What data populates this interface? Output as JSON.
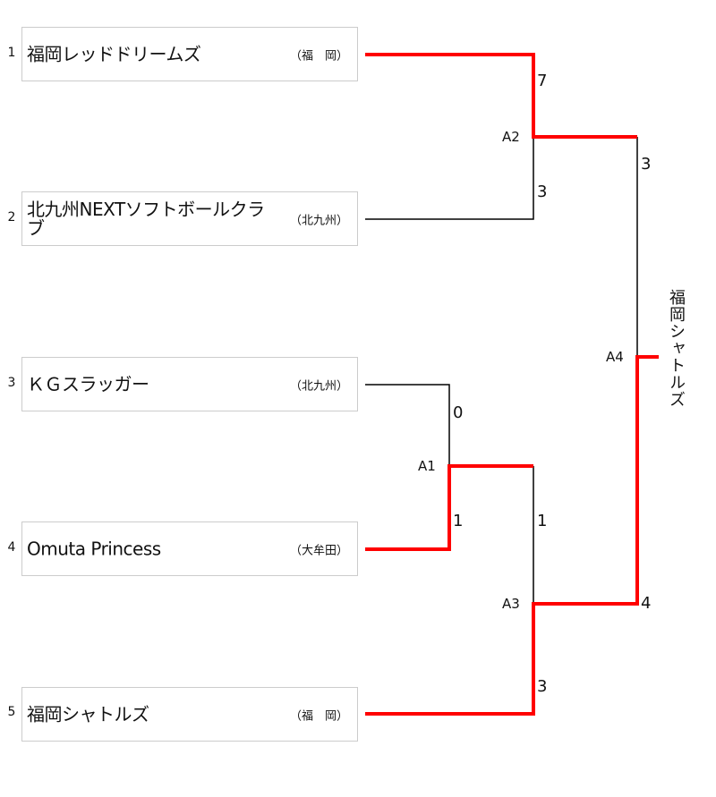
{
  "teams": [
    {
      "seed": "1",
      "name": "福岡レッドドリームズ",
      "region": "（福　岡）"
    },
    {
      "seed": "2",
      "name": "北九州NEXTソフトボールクラブ",
      "region": "（北九州）"
    },
    {
      "seed": "3",
      "name": "ＫＧスラッガー",
      "region": "（北九州）"
    },
    {
      "seed": "4",
      "name": "Omuta Princess",
      "region": "（大牟田）"
    },
    {
      "seed": "5",
      "name": "福岡シャトルズ",
      "region": "（福　岡）"
    }
  ],
  "matches": {
    "A1": {
      "label": "A1",
      "score_top": "0",
      "score_bottom": "1"
    },
    "A2": {
      "label": "A2",
      "score_top": "7",
      "score_bottom": "3"
    },
    "A3": {
      "label": "A3",
      "score_top": "1",
      "score_bottom": "3"
    },
    "A4": {
      "label": "A4",
      "score_top": "3",
      "score_bottom": "4"
    }
  },
  "champion": "福岡シャトルズ",
  "colors": {
    "winner_line": "#ff0000",
    "loser_line": "#000000"
  }
}
